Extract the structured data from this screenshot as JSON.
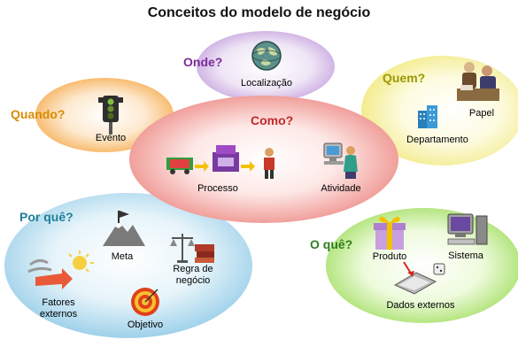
{
  "title": "Conceitos do modelo de negócio",
  "colors": {
    "onde": "#7a2a9a",
    "quem": "#9a9a00",
    "quando": "#d98a00",
    "como": "#c0282a",
    "porque": "#1e7f96",
    "oque": "#2e7d1e"
  },
  "groups": {
    "onde": {
      "question": "Onde?",
      "items": [
        "Localização"
      ]
    },
    "quem": {
      "question": "Quem?",
      "items": [
        "Papel",
        "Departamento"
      ]
    },
    "quando": {
      "question": "Quando?",
      "items": [
        "Evento"
      ]
    },
    "como": {
      "question": "Como?",
      "items": [
        "Processo",
        "Atividade"
      ]
    },
    "porque": {
      "question": "Por quê?",
      "items": [
        "Meta",
        "Regra de negócio",
        "Fatores externos",
        "Objetivo"
      ]
    },
    "oque": {
      "question": "O quê?",
      "items": [
        "Produto",
        "Sistema",
        "Dados externos"
      ]
    }
  },
  "icons": [
    "globe-icon",
    "people-icon",
    "building-icon",
    "traffic-light-icon",
    "truck-icon",
    "person-at-computer-icon",
    "mountain-flag-icon",
    "scales-icon",
    "weather-icon",
    "target-icon",
    "gift-icon",
    "computer-icon",
    "laptop-icon"
  ]
}
